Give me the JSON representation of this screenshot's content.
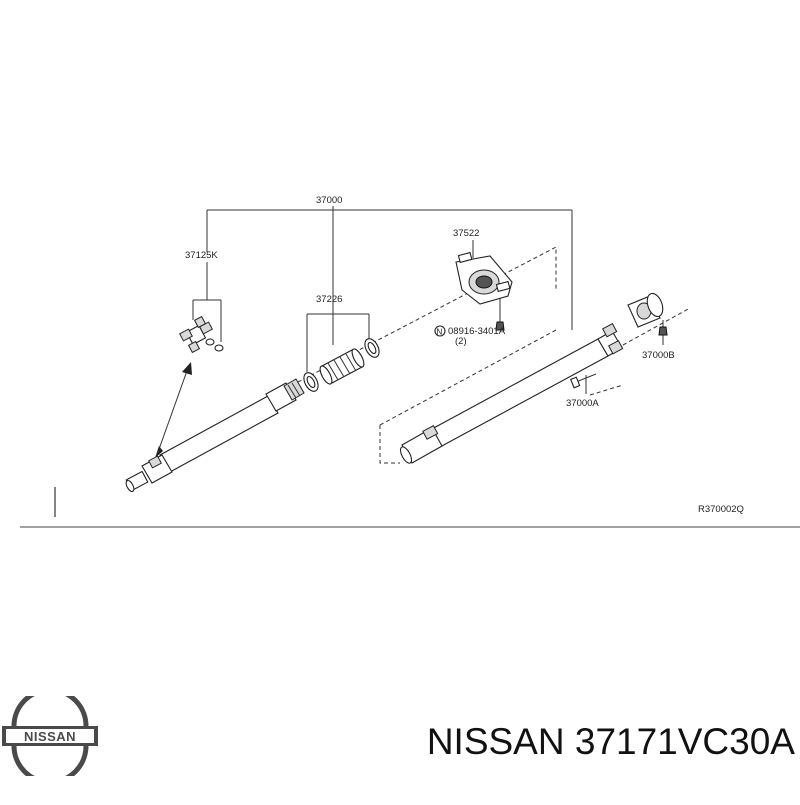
{
  "diagram": {
    "labels": {
      "main": "37000",
      "joint_kit": "37125K",
      "boot_set": "37226",
      "center_bearing": "37522",
      "nut": "08916-3401A",
      "nut_qty": "(2)",
      "flange": "37000B",
      "bolt": "37000A",
      "ref_code": "R370002Q"
    }
  },
  "brand": {
    "logo_text": "NISSAN",
    "logo_color": "#4a4a4a"
  },
  "caption": {
    "text": "NISSAN 37171VC30A"
  }
}
